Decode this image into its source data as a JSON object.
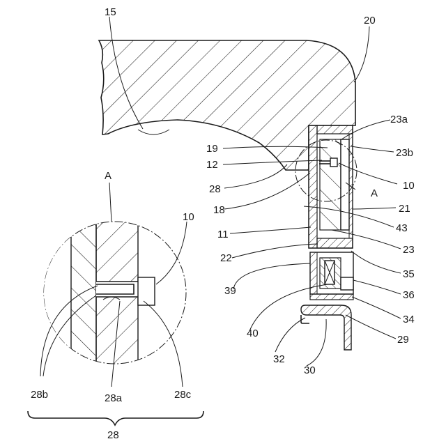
{
  "figure": {
    "reference_numerals": {
      "n15": "15",
      "n20": "20",
      "n23a": "23a",
      "n19": "19",
      "n23b": "23b",
      "n12": "12",
      "n10_main": "10",
      "n28_main": "28",
      "nA_main": "A",
      "n18": "18",
      "n21": "21",
      "n11": "11",
      "n43": "43",
      "n22": "22",
      "n23": "23",
      "n35": "35",
      "n39": "39",
      "n36": "36",
      "n40": "40",
      "n34": "34",
      "n29": "29",
      "n32": "32",
      "n30": "30",
      "nA_detail": "A",
      "n10_detail": "10",
      "n28b": "28b",
      "n28a": "28a",
      "n28c": "28c",
      "n28_brace": "28"
    }
  }
}
